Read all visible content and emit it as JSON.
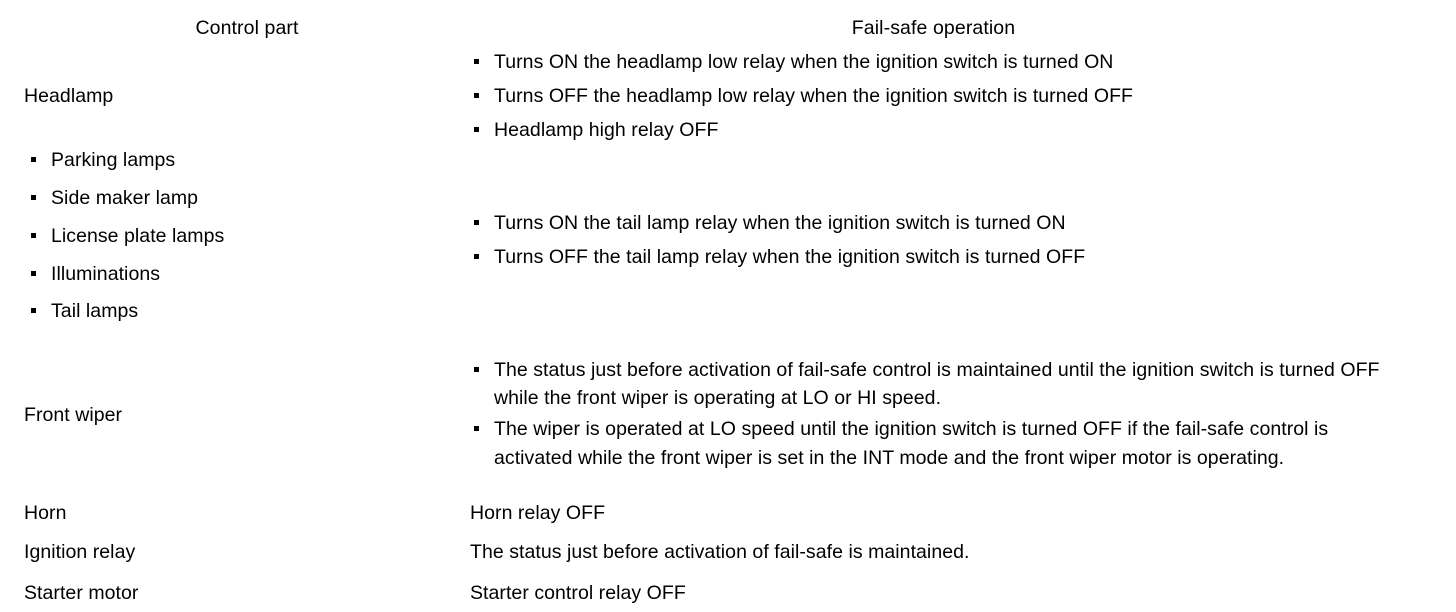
{
  "table": {
    "columns": [
      {
        "key": "control_part",
        "header": "Control part",
        "align": "center"
      },
      {
        "key": "fail_safe_operation",
        "header": "Fail-safe operation",
        "align": "center"
      }
    ],
    "rows": [
      {
        "id": "headlamp",
        "part_text": "Headlamp",
        "operations": [
          "Turns ON the headlamp low relay when the ignition switch is turned ON",
          "Turns OFF the headlamp low relay when the ignition switch is turned OFF",
          "Headlamp high relay OFF"
        ]
      },
      {
        "id": "lamps",
        "part_items": [
          "Parking lamps",
          "Side maker lamp",
          "License plate lamps",
          "Illuminations",
          "Tail lamps"
        ],
        "operations": [
          "Turns ON the tail lamp relay when the ignition switch is turned ON",
          "Turns OFF the tail lamp relay when the ignition switch is turned OFF"
        ]
      },
      {
        "id": "front-wiper",
        "part_text": "Front wiper",
        "operations": [
          "The status just before activation of fail-safe control is maintained until the ignition switch is turned OFF while the front wiper is operating at LO or HI speed.",
          "The wiper is operated at LO speed until the ignition switch is turned OFF if the fail-safe control is activated while the front wiper is set in the INT mode and the front wiper motor is operating."
        ]
      },
      {
        "id": "horn",
        "part_text": "Horn",
        "operation_text": "Horn relay OFF"
      },
      {
        "id": "ignition-relay",
        "part_text": "Ignition relay",
        "operation_text": "The status just before activation of fail-safe is maintained."
      },
      {
        "id": "starter-motor",
        "part_text": "Starter motor",
        "operation_text": "Starter control relay OFF"
      }
    ]
  },
  "style": {
    "text_color": "#000000",
    "background_color": "#ffffff",
    "rule_color": "#000000"
  }
}
